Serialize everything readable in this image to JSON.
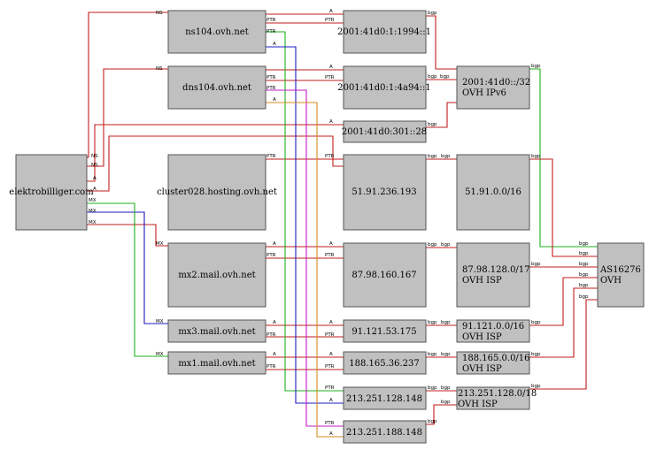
{
  "colors": {
    "node_fill": "#c0c0c0",
    "node_stroke": "#555555",
    "red": "#c21c1c",
    "green": "#1cb01c",
    "blue": "#1c1cc0",
    "magenta": "#c21cc2",
    "orange": "#d68a1c"
  },
  "nodes": {
    "domain": "elektrobilliger.com",
    "ns104": "ns104.ovh.net",
    "dns104": "dns104.ovh.net",
    "cluster": "cluster028.hosting.ovh.net",
    "mx2": "mx2.mail.ovh.net",
    "mx3": "mx3.mail.ovh.net",
    "mx1": "mx1.mail.ovh.net",
    "ip6a": "2001:41d0:1:1994::1",
    "ip6b": "2001:41d0:1:4a94::1",
    "ip6c": "2001:41d0:301::28",
    "ip_cluster": "51.91.236.193",
    "ip_mx2": "87.98.160.167",
    "ip_mx3": "91.121.53.175",
    "ip_mx1": "188.165.36.237",
    "ip_ns104": "213.251.128.148",
    "ip_dns104": "213.251.188.148",
    "pfx_v6_line1": "2001:41d0::/32",
    "pfx_v6_line2": "OVH IPv6",
    "pfx_51": "51.91.0.0/16",
    "pfx_87_line1": "87.98.128.0/17",
    "pfx_87_line2": "OVH ISP",
    "pfx_91_line1": "91.121.0.0/16",
    "pfx_91_line2": "OVH ISP",
    "pfx_188_line1": "188.165.0.0/16",
    "pfx_188_line2": "OVH ISP",
    "pfx_213_line1": "213.251.128.0/18",
    "pfx_213_line2": "OVH ISP",
    "as_line1": "AS16276",
    "as_line2": "OVH"
  },
  "edge_labels": {
    "ns": "NS",
    "a": "A",
    "mx": "MX",
    "ptr": "PTR",
    "bgp": "bgp"
  }
}
